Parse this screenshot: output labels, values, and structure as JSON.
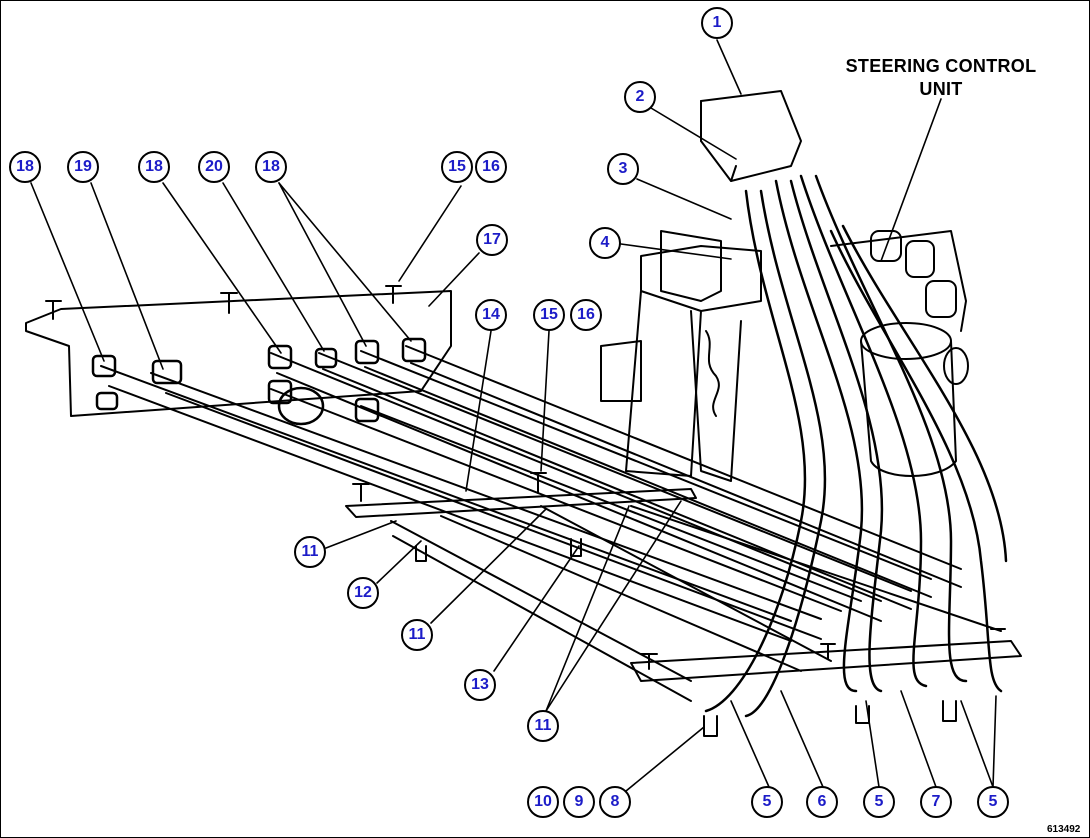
{
  "diagram": {
    "unit_label_line1": "STEERING CONTROL",
    "unit_label_line2": "UNIT",
    "figure_number": "613492",
    "callouts": [
      "1",
      "2",
      "3",
      "4",
      "18",
      "19",
      "18",
      "20",
      "18",
      "15",
      "16",
      "17",
      "14",
      "15",
      "16",
      "11",
      "12",
      "11",
      "13",
      "11",
      "10",
      "9",
      "8",
      "5",
      "6",
      "5",
      "7",
      "5"
    ],
    "colors": {
      "callout_text": "#1c1cc8",
      "line": "#000000",
      "background": "#ffffff"
    }
  }
}
